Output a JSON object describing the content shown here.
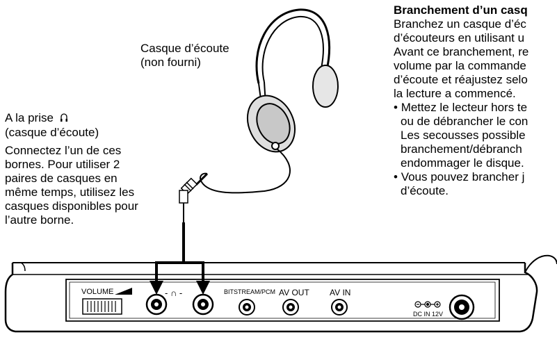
{
  "headphone_caption": {
    "line1": "Casque d’écoute",
    "line2": "(non fourni)"
  },
  "jack_caption": {
    "line1": "A la prise",
    "line2": "(casque d’écoute)"
  },
  "instructions": [
    "Connectez l’un de ces",
    "bornes. Pour utiliser 2",
    "paires de casques en",
    "même temps, utilisez les",
    "casques disponibles pour",
    "l’autre borne."
  ],
  "right_column": {
    "title": "Branchement d’un casq",
    "paragraph": [
      "Branchez un casque d’éc",
      "d’écouteurs en utilisant u",
      "Avant ce branchement, re",
      "volume par la commande",
      "d’écoute et réajustez selo",
      "la lecture a commencé."
    ],
    "bullet1": [
      "Mettez le lecteur hors te",
      "ou de débrancher le con",
      "Les secousses possible",
      "branchement/débranch",
      "endommager le disque."
    ],
    "bullet2": [
      "Vous pouvez brancher j",
      "d’écoute."
    ]
  },
  "device_labels": {
    "volume": "VOLUME",
    "headphone_mark": "- ∩ -",
    "bitstream": "BITSTREAM/PCM",
    "av_out": "AV OUT",
    "av_in": "AV IN",
    "dc_in": "DC IN 12V"
  }
}
